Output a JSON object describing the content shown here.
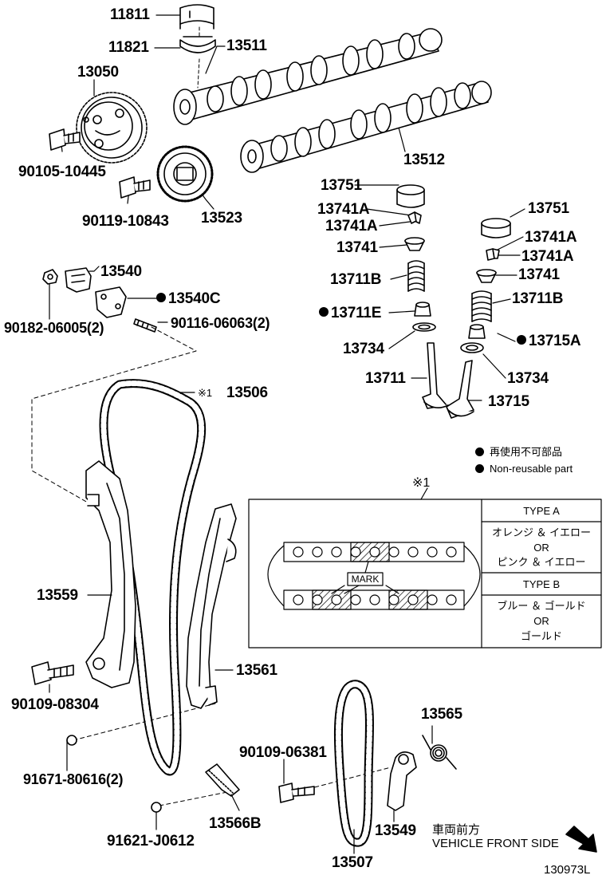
{
  "parts": {
    "p11811": "11811",
    "p11821": "11821",
    "p13511": "13511",
    "p13050": "13050",
    "p13512": "13512",
    "p90105": "90105-10445",
    "p90119": "90119-10843",
    "p13523": "13523",
    "p13751a": "13751",
    "p13741a1": "13741A",
    "p13741a2": "13741A",
    "p13741L": "13741",
    "p13711bL": "13711B",
    "p13711e": "13711E",
    "p13734L": "13734",
    "p13711": "13711",
    "p13751b": "13751",
    "p13741a3": "13741A",
    "p13741a4": "13741A",
    "p13741R": "13741",
    "p13711bR": "13711B",
    "p13715a": "13715A",
    "p13734R": "13734",
    "p13715": "13715",
    "p13540": "13540",
    "p13540c": "13540C",
    "p90182": "90182-06005(2)",
    "p90116": "90116-06063(2)",
    "p13506": "13506",
    "p13559": "13559",
    "p13561": "13561",
    "p90109a": "90109-08304",
    "p91671": "91671-80616(2)",
    "p90109b": "90109-06381",
    "p13565": "13565",
    "p13549": "13549",
    "p13566b": "13566B",
    "p91621": "91621-J0612",
    "p13507": "13507"
  },
  "ref_mark": "※1",
  "legend": {
    "jp": "再使用不可部品",
    "en": "Non-reusable part"
  },
  "chain_table": {
    "marker": "※1",
    "mark_label": "MARK",
    "type_a_header": "TYPE A",
    "type_a_line1": "オレンジ ＆ イエロー",
    "type_a_or": "OR",
    "type_a_line2": "ピンク ＆ イエロー",
    "type_b_header": "TYPE B",
    "type_b_line1": "ブルー ＆ ゴールド",
    "type_b_or": "OR",
    "type_b_line2": "ゴールド"
  },
  "footer": {
    "front_jp": "車両前方",
    "front_en": "VEHICLE FRONT SIDE",
    "diagram_id": "130973L"
  }
}
